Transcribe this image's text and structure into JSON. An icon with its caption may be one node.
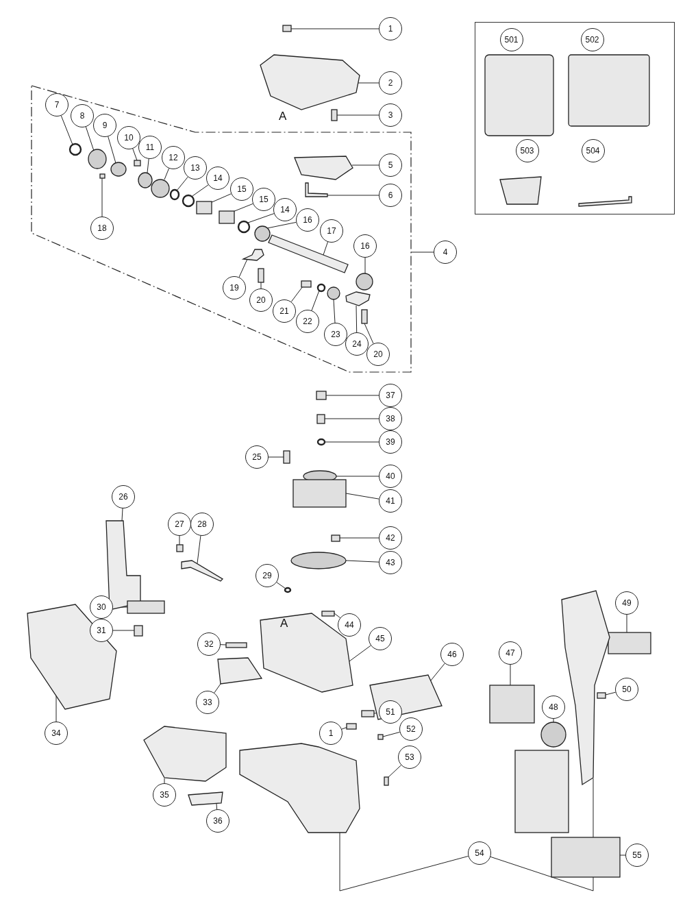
{
  "diagram": {
    "nodes": [
      {
        "text": [],
        "shape": "box"
      },
      {
        "text": [
          "501"
        ],
        "in": 0
      },
      {
        "text": [
          "502"
        ],
        "in": 0
      },
      {
        "text": [
          "503"
        ],
        "in": 0
      },
      {
        "text": [
          "504"
        ],
        "in": 0
      },
      {
        "text": [
          "1"
        ]
      },
      {
        "text": [
          "2"
        ]
      },
      {
        "text": [
          "3"
        ]
      },
      {
        "text": [
          "7"
        ]
      },
      {
        "text": [
          "8"
        ]
      },
      {
        "text": [
          "9"
        ]
      },
      {
        "text": [
          "10"
        ]
      },
      {
        "text": [
          "11"
        ]
      },
      {
        "text": [
          "12"
        ]
      },
      {
        "text": [
          "5"
        ]
      },
      {
        "text": [
          "13"
        ]
      },
      {
        "text": [
          "6"
        ]
      },
      {
        "text": [
          "14"
        ]
      },
      {
        "text": [
          "15"
        ]
      },
      {
        "text": [
          "17"
        ]
      },
      {
        "text": [
          "16"
        ]
      },
      {
        "text": [
          "15"
        ]
      },
      {
        "text": [
          "16"
        ]
      },
      {
        "text": [
          "18"
        ]
      },
      {
        "text": [
          "14"
        ]
      },
      {
        "text": [
          "4"
        ]
      },
      {
        "text": [
          "19"
        ]
      },
      {
        "text": [
          "21"
        ]
      },
      {
        "text": [
          "20"
        ]
      },
      {
        "text": [
          "22"
        ]
      },
      {
        "text": [
          "23"
        ]
      },
      {
        "text": [
          "24"
        ]
      },
      {
        "text": [
          "20"
        ]
      },
      {
        "text": [
          "37"
        ]
      },
      {
        "text": [
          "38"
        ]
      },
      {
        "text": [
          "39"
        ]
      },
      {
        "text": [
          "25"
        ]
      },
      {
        "text": [
          "40"
        ]
      },
      {
        "text": [
          "26"
        ]
      },
      {
        "text": [
          "41"
        ]
      },
      {
        "text": [
          "27"
        ]
      },
      {
        "text": [
          "28"
        ]
      },
      {
        "text": [
          "42"
        ]
      },
      {
        "text": [
          "43"
        ]
      },
      {
        "text": [
          "29"
        ]
      },
      {
        "text": [
          "49"
        ]
      },
      {
        "text": [
          "30"
        ]
      },
      {
        "text": [
          "44"
        ]
      },
      {
        "text": [
          "31"
        ]
      },
      {
        "text": [
          "45"
        ]
      },
      {
        "text": [
          "32"
        ]
      },
      {
        "text": [
          "47"
        ]
      },
      {
        "text": [
          "46"
        ]
      },
      {
        "text": [
          "50"
        ]
      },
      {
        "text": [
          "33"
        ]
      },
      {
        "text": [
          "48"
        ]
      },
      {
        "text": [
          "51"
        ]
      },
      {
        "text": [
          "52"
        ]
      },
      {
        "text": [
          "34"
        ]
      },
      {
        "text": [
          "1"
        ]
      },
      {
        "text": [
          "53"
        ]
      },
      {
        "text": [
          "35"
        ]
      },
      {
        "text": [
          "36"
        ]
      },
      {
        "text": [
          "54"
        ]
      },
      {
        "text": [
          "55"
        ]
      },
      {
        "text": [],
        "shape": "box"
      },
      {
        "text": [],
        "shape": "picture"
      },
      {
        "text": [],
        "shape": "box"
      },
      {
        "text": [],
        "shape": "circle"
      },
      {
        "text": [],
        "shape": "circle"
      },
      {
        "text": [],
        "shape": "circle"
      },
      {
        "text": [],
        "shape": "box"
      },
      {
        "text": [],
        "shape": "circle"
      },
      {
        "text": [],
        "shape": "circle"
      },
      {
        "text": [],
        "shape": "picture"
      },
      {
        "text": [],
        "shape": "circle"
      },
      {
        "text": [],
        "shape": "picture"
      },
      {
        "text": [],
        "shape": "circle"
      },
      {
        "text": [],
        "shape": "box"
      },
      {
        "text": [],
        "shape": "picture"
      },
      {
        "text": [],
        "shape": "circle"
      },
      {
        "text": [],
        "shape": "box"
      },
      {
        "text": [],
        "shape": "circle"
      },
      {
        "text": [],
        "shape": "box"
      },
      {
        "text": [],
        "shape": "circle"
      },
      {
        "text": [],
        "shape": "picture"
      },
      {
        "text": [],
        "shape": "box"
      },
      {
        "text": [],
        "shape": "box"
      },
      {
        "text": [],
        "shape": "circle"
      },
      {
        "text": [],
        "shape": "circle"
      },
      {
        "text": [],
        "shape": "picture"
      },
      {
        "text": [],
        "shape": "box"
      },
      {
        "text": [],
        "shape": "box"
      },
      {
        "text": [],
        "shape": "box"
      },
      {
        "text": [],
        "shape": "circle"
      },
      {
        "text": [],
        "shape": "box"
      },
      {
        "text": [],
        "shape": "circle"
      },
      {
        "text": [],
        "shape": "box"
      },
      {
        "text": [],
        "shape": "picture"
      },
      {
        "text": [],
        "shape": "box"
      },
      {
        "text": [],
        "shape": "picture"
      },
      {
        "text": [],
        "shape": "box"
      },
      {
        "text": [],
        "shape": "circle"
      },
      {
        "text": [],
        "shape": "circle"
      },
      {
        "text": [],
        "shape": "box"
      },
      {
        "text": [],
        "shape": "box"
      },
      {
        "text": [],
        "shape": "box"
      },
      {
        "text": [],
        "shape": "box"
      },
      {
        "text": [],
        "shape": "picture"
      },
      {
        "text": [],
        "shape": "box"
      },
      {
        "text": [],
        "shape": "box"
      },
      {
        "text": [],
        "shape": "picture"
      },
      {
        "text": [],
        "shape": "box"
      },
      {
        "text": [],
        "shape": "picture"
      },
      {
        "text": [],
        "shape": "circle"
      },
      {
        "text": [],
        "shape": "box"
      },
      {
        "text": [],
        "shape": "box"
      },
      {
        "text": [],
        "shape": "picture"
      },
      {
        "text": [],
        "shape": "box"
      },
      {
        "text": [],
        "shape": "box"
      },
      {
        "text": [],
        "shape": "picture"
      },
      {
        "text": [],
        "shape": "picture"
      },
      {
        "text": [],
        "shape": "picture"
      },
      {
        "text": [],
        "shape": "picture"
      },
      {
        "text": [],
        "shape": "box"
      }
    ],
    "edges": [
      {
        "from": 5,
        "to": 65,
        "arrow": "none"
      },
      {
        "from": 6,
        "to": 66,
        "arrow": "none"
      },
      {
        "from": 7,
        "to": 67,
        "arrow": "none"
      },
      {
        "from": 8,
        "to": 68,
        "arrow": "none"
      },
      {
        "from": 9,
        "to": 69,
        "arrow": "none"
      },
      {
        "from": 10,
        "to": 70,
        "arrow": "none"
      },
      {
        "from": 11,
        "to": 71,
        "arrow": "none"
      },
      {
        "from": 12,
        "to": 72,
        "arrow": "none"
      },
      {
        "from": 13,
        "to": 73,
        "arrow": "none"
      },
      {
        "from": 14,
        "to": 74,
        "arrow": "none"
      },
      {
        "from": 15,
        "to": 75,
        "arrow": "none"
      },
      {
        "from": 16,
        "to": 76,
        "arrow": "none"
      },
      {
        "from": 17,
        "to": 77,
        "arrow": "none"
      },
      {
        "from": 18,
        "to": 78,
        "arrow": "none"
      },
      {
        "from": 19,
        "to": 79,
        "arrow": "none"
      },
      {
        "from": 20,
        "to": 80,
        "arrow": "none"
      },
      {
        "from": 21,
        "to": 81,
        "arrow": "none"
      },
      {
        "from": 22,
        "to": 82,
        "arrow": "none"
      },
      {
        "from": 23,
        "to": 83,
        "arrow": "none"
      },
      {
        "from": 24,
        "to": 84,
        "arrow": "none"
      },
      {
        "from": 25,
        "to": null,
        "arrow": "none"
      },
      {
        "from": 26,
        "to": 85,
        "arrow": "none"
      },
      {
        "from": 27,
        "to": 86,
        "arrow": "none"
      },
      {
        "from": 28,
        "to": 87,
        "arrow": "none"
      },
      {
        "from": 29,
        "to": 88,
        "arrow": "none"
      },
      {
        "from": 30,
        "to": 89,
        "arrow": "none"
      },
      {
        "from": 31,
        "to": 90,
        "arrow": "none"
      },
      {
        "from": 32,
        "to": 91,
        "arrow": "none"
      },
      {
        "from": 33,
        "to": 92,
        "arrow": "none"
      },
      {
        "from": 34,
        "to": 93,
        "arrow": "none"
      },
      {
        "from": 35,
        "to": 94,
        "arrow": "none"
      },
      {
        "from": 36,
        "to": 95,
        "arrow": "none"
      },
      {
        "from": 37,
        "to": 96,
        "arrow": "none"
      },
      {
        "from": 38,
        "to": 98,
        "arrow": "none"
      },
      {
        "from": 39,
        "to": 97,
        "arrow": "none"
      },
      {
        "from": 40,
        "to": 99,
        "arrow": "none"
      },
      {
        "from": 41,
        "to": 100,
        "arrow": "none"
      },
      {
        "from": 42,
        "to": 101,
        "arrow": "none"
      },
      {
        "from": 43,
        "to": 102,
        "arrow": "none"
      },
      {
        "from": 44,
        "to": 103,
        "arrow": "none"
      },
      {
        "from": 45,
        "to": 104,
        "arrow": "none"
      },
      {
        "from": 46,
        "to": 105,
        "arrow": "none"
      },
      {
        "from": 47,
        "to": 106,
        "arrow": "none"
      },
      {
        "from": 48,
        "to": 107,
        "arrow": "none"
      },
      {
        "from": 49,
        "to": 108,
        "arrow": "none"
      },
      {
        "from": 50,
        "to": 109,
        "arrow": "none"
      },
      {
        "from": 51,
        "to": 110,
        "arrow": "none"
      },
      {
        "from": 52,
        "to": 111,
        "arrow": "none"
      },
      {
        "from": 53,
        "to": 112,
        "arrow": "none"
      },
      {
        "from": 54,
        "to": 113,
        "arrow": "none"
      },
      {
        "from": 55,
        "to": 114,
        "arrow": "none"
      },
      {
        "from": 56,
        "to": 115,
        "arrow": "none"
      },
      {
        "from": 57,
        "to": 116,
        "arrow": "none"
      },
      {
        "from": 58,
        "to": 117,
        "arrow": "none"
      },
      {
        "from": 59,
        "to": 118,
        "arrow": "none"
      },
      {
        "from": 60,
        "to": 119,
        "arrow": "none"
      },
      {
        "from": 61,
        "to": 120,
        "arrow": "none"
      },
      {
        "from": 62,
        "to": 121,
        "arrow": "none"
      },
      {
        "from": 63,
        "to": 122,
        "arrow": "none"
      },
      {
        "from": 63,
        "to": 123,
        "arrow": "none"
      },
      {
        "from": 64,
        "to": 124,
        "arrow": "none"
      }
    ],
    "labels": [
      "A",
      "A"
    ]
  }
}
